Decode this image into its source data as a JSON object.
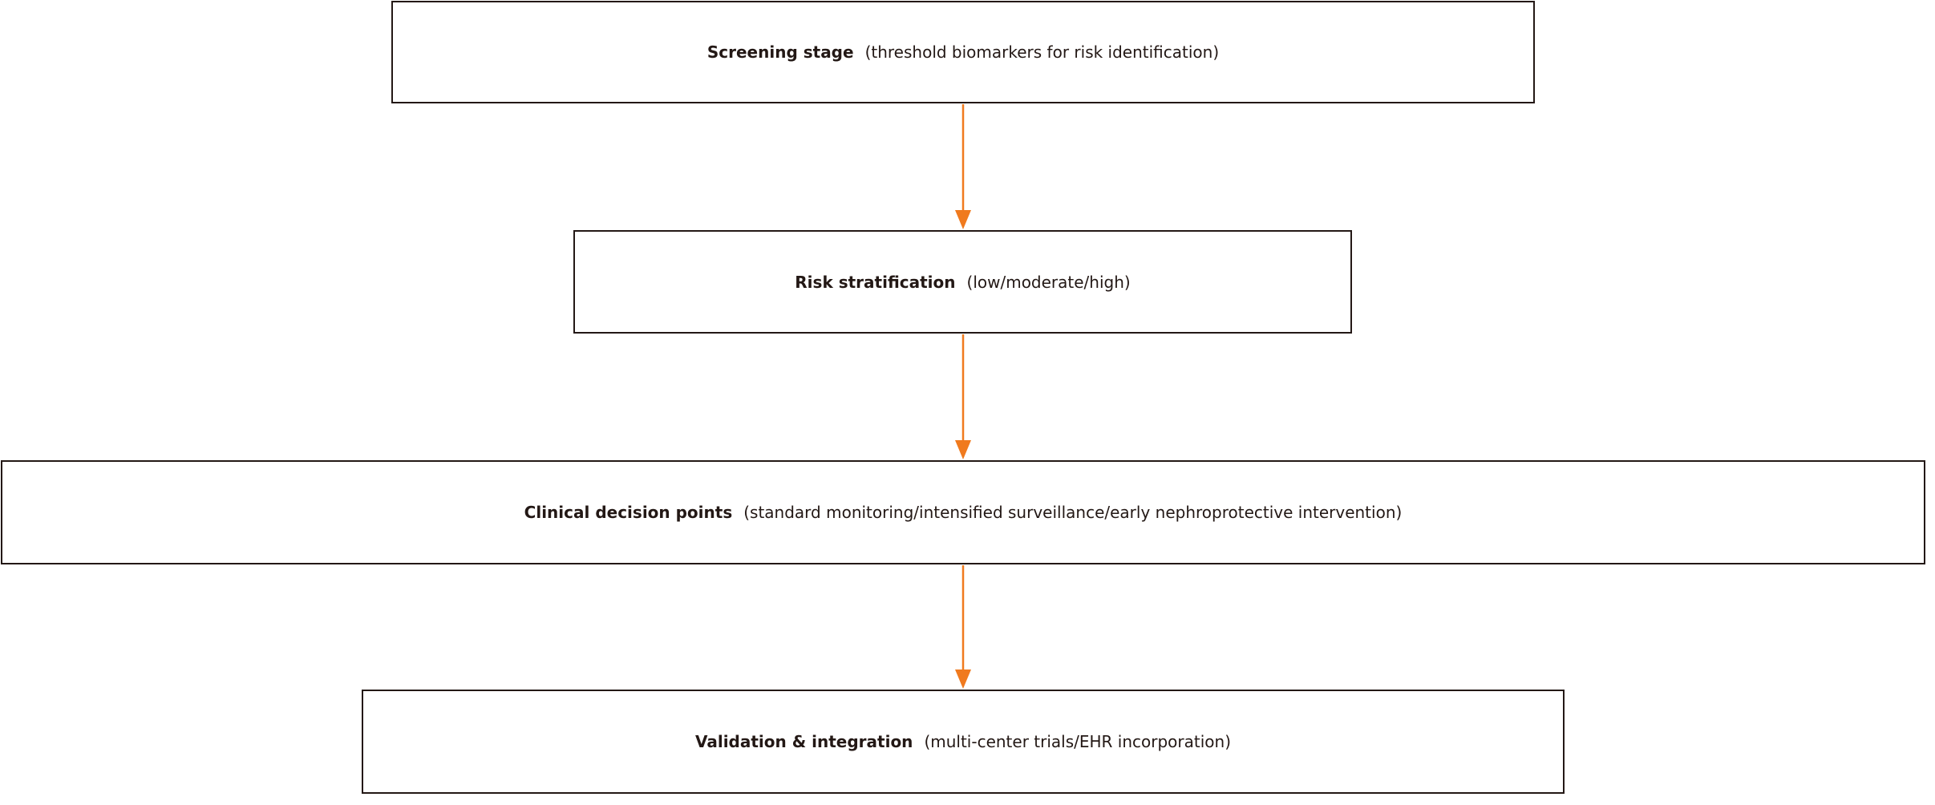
{
  "diagram": {
    "arrow_color": "#f07a1e",
    "border_color": "#231815",
    "text_color": "#231815",
    "stages": [
      {
        "title": "Screening stage",
        "detail": "(threshold biomarkers for risk identification)"
      },
      {
        "title": "Risk stratification",
        "detail": "(low/moderate/high)"
      },
      {
        "title": "Clinical decision points",
        "detail": "(standard monitoring/intensified surveillance/early nephroprotective intervention)"
      },
      {
        "title": "Validation & integration",
        "detail": "(multi-center trials/EHR incorporation)"
      }
    ]
  }
}
